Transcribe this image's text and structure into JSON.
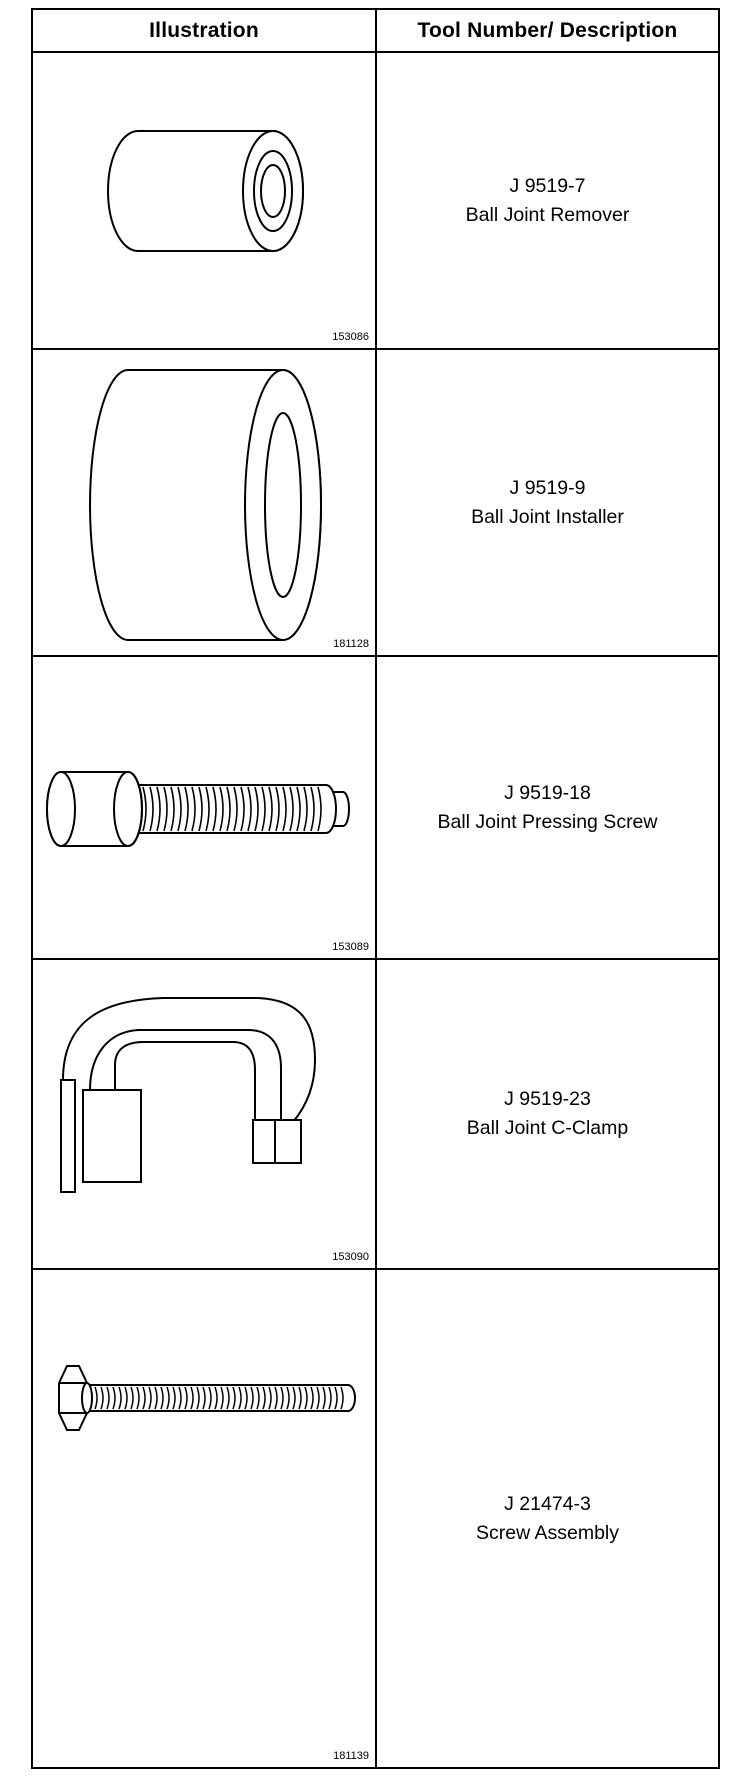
{
  "table": {
    "headers": {
      "illustration": "Illustration",
      "description": "Tool Number/ Description"
    },
    "rows": [
      {
        "tool_number": "J 9519-7",
        "description": "Ball Joint Remover",
        "figure_number": "153086",
        "icon": "ball-joint-remover-icon"
      },
      {
        "tool_number": "J 9519-9",
        "description": "Ball Joint Installer",
        "figure_number": "181128",
        "icon": "ball-joint-installer-icon"
      },
      {
        "tool_number": "J 9519-18",
        "description": "Ball Joint Pressing Screw",
        "figure_number": "153089",
        "icon": "pressing-screw-icon"
      },
      {
        "tool_number": "J 9519-23",
        "description": "Ball Joint C-Clamp",
        "figure_number": "153090",
        "icon": "c-clamp-icon"
      },
      {
        "tool_number": "J 21474-3",
        "description": "Screw Assembly",
        "figure_number": "181139",
        "icon": "screw-assembly-icon"
      }
    ]
  }
}
